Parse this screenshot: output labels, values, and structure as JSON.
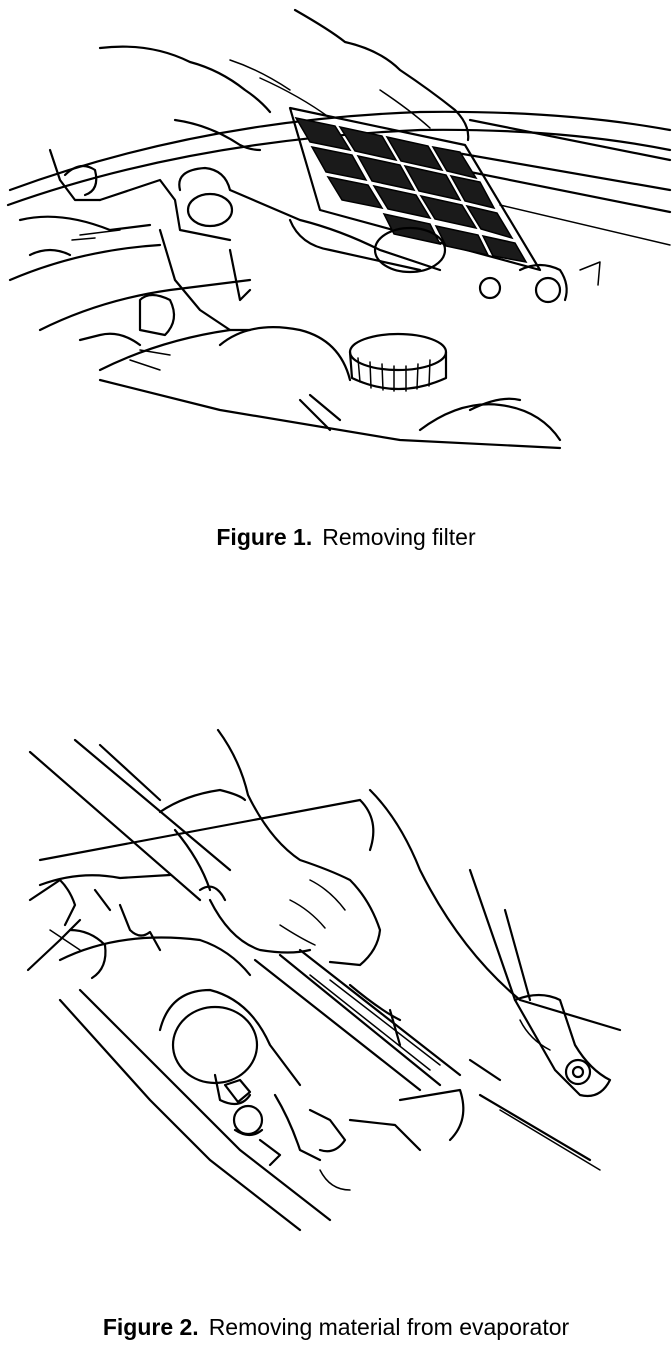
{
  "figures": [
    {
      "number": "Figure 1.",
      "caption": "Removing filter"
    },
    {
      "number": "Figure 2.",
      "caption": "Removing material from evaporator"
    }
  ]
}
